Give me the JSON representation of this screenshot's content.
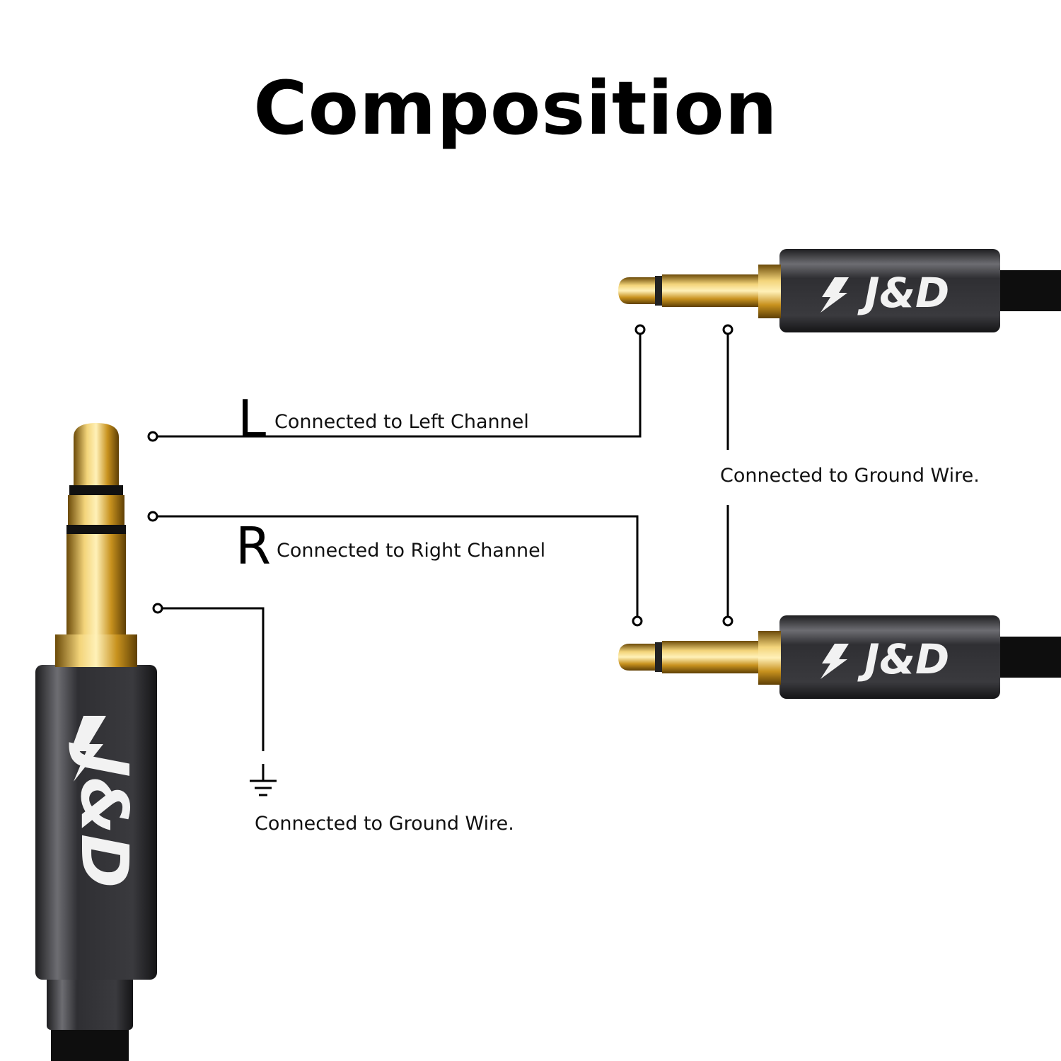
{
  "title": "Composition",
  "left_letter": "L",
  "left_label": "Connected to Left Channel",
  "right_letter": "R",
  "right_label": "Connected to Right Channel",
  "ground_label_right": "Connected to Ground Wire.",
  "ground_label_bottom": "Connected to Ground Wire.",
  "brand": "J&D",
  "colors": {
    "gold": "#d4a017",
    "gunmetal": "#3b3b3e",
    "cable": "#111111",
    "line": "#000000"
  }
}
